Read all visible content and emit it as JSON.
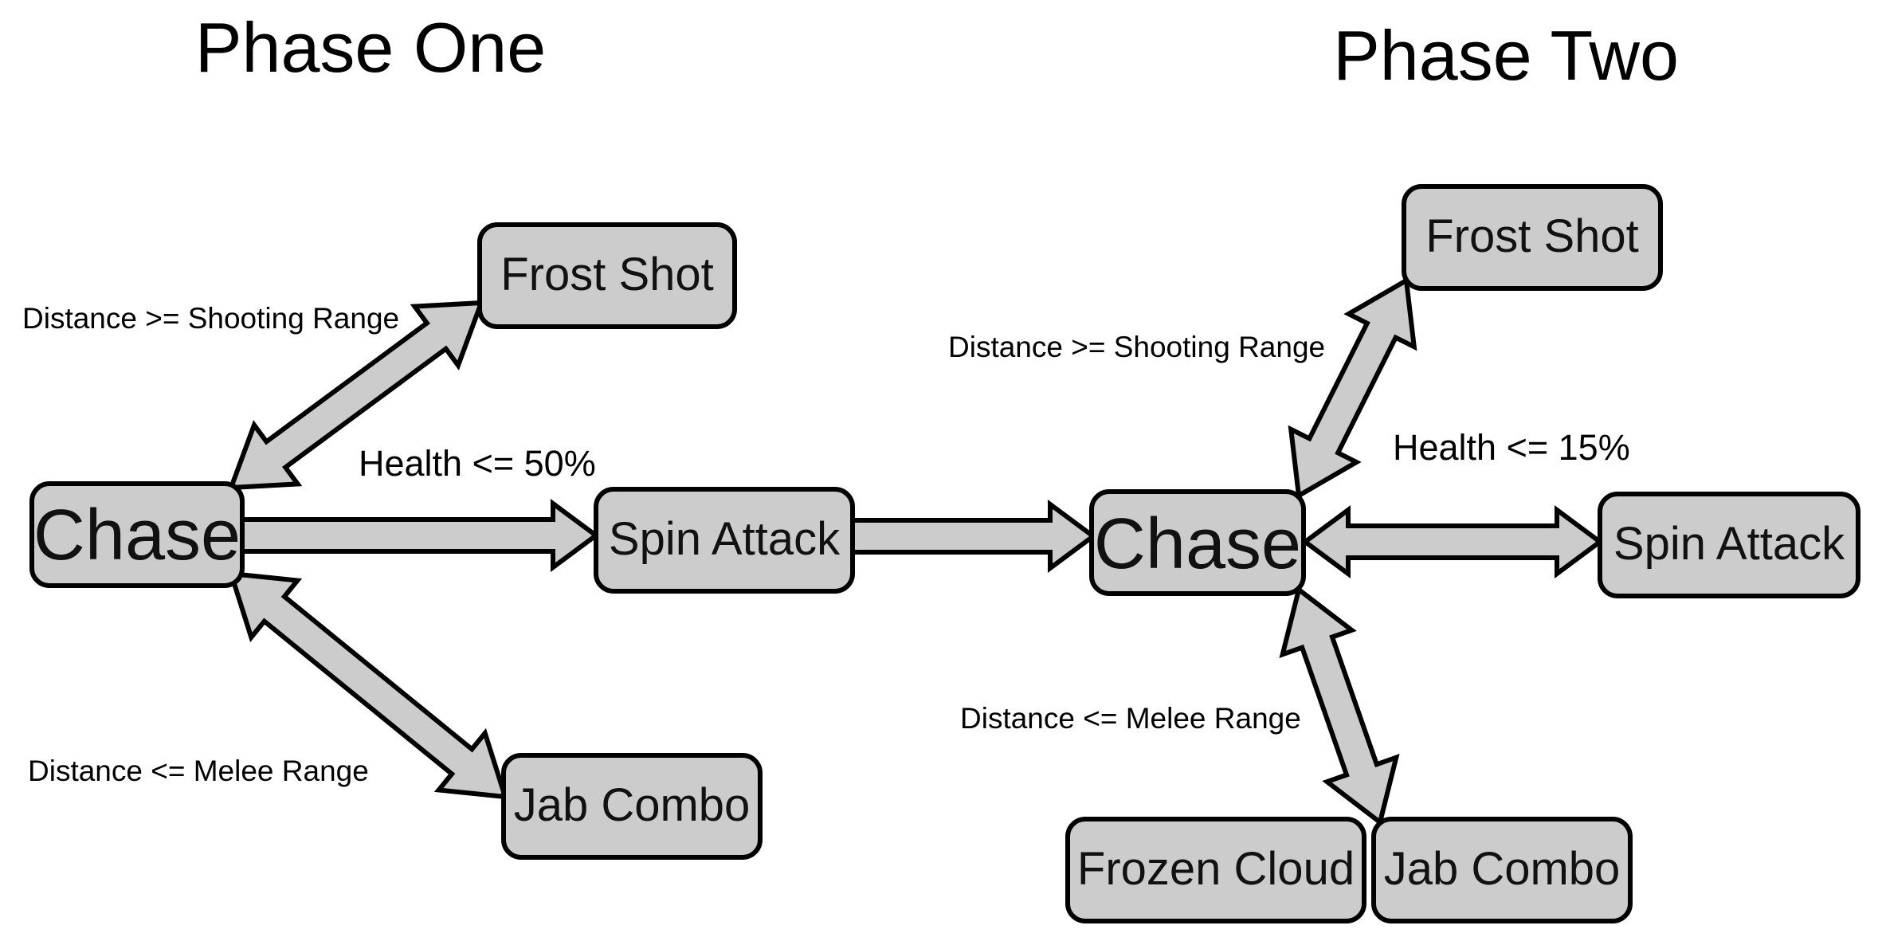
{
  "phases": {
    "one": {
      "title": "Phase One",
      "nodes": {
        "chase": "Chase",
        "frost_shot": "Frost Shot",
        "spin_attack": "Spin Attack",
        "jab_combo": "Jab Combo"
      },
      "conditions": {
        "shooting": "Distance >= Shooting Range",
        "health": "Health <= 50%",
        "melee": "Distance <= Melee Range"
      }
    },
    "two": {
      "title": "Phase Two",
      "nodes": {
        "chase": "Chase",
        "frost_shot": "Frost Shot",
        "spin_attack": "Spin Attack",
        "frozen_cloud": "Frozen Cloud",
        "jab_combo": "Jab Combo"
      },
      "conditions": {
        "shooting": "Distance >= Shooting Range",
        "health": "Health <= 15%",
        "melee": "Distance <= Melee Range"
      }
    }
  },
  "colors": {
    "node_fill": "#cccccc",
    "stroke": "#000000"
  }
}
